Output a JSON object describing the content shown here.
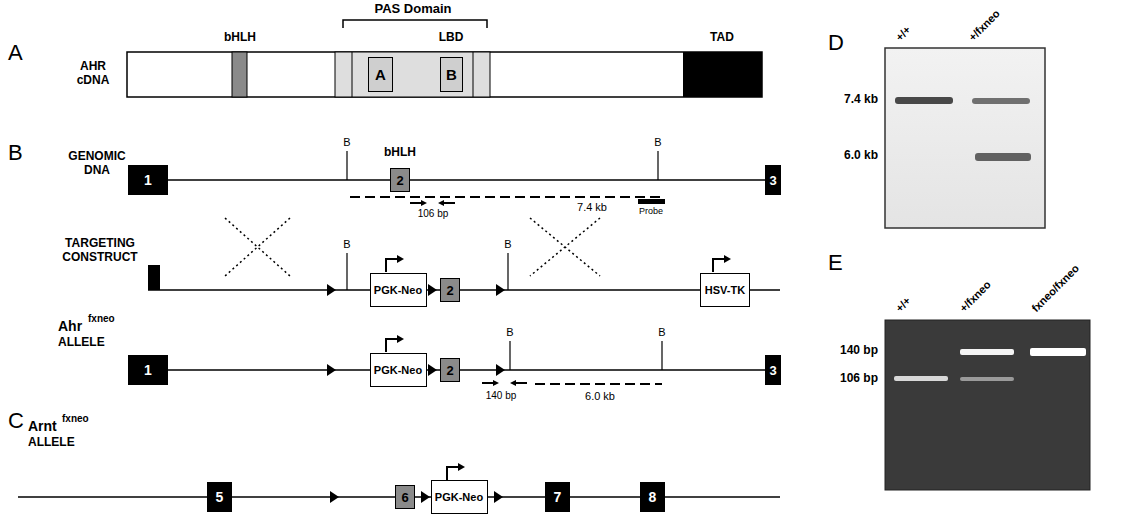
{
  "diagram": {
    "nodes": [
      {
        "text": [
          "A"
        ]
      },
      {
        "text": [
          "B"
        ]
      },
      {
        "text": [
          "1"
        ]
      },
      {
        "text": [
          "2"
        ]
      },
      {
        "text": [
          "3"
        ]
      },
      {
        "text": [
          "PGK-Neo"
        ]
      },
      {
        "text": [
          "2"
        ]
      },
      {
        "text": [
          "HSV-TK"
        ]
      },
      {
        "text": [
          "1"
        ]
      },
      {
        "text": [
          "PGK-Neo"
        ]
      },
      {
        "text": [
          "2"
        ]
      },
      {
        "text": [
          "3"
        ]
      },
      {
        "text": [
          "5"
        ]
      },
      {
        "text": [
          "6"
        ]
      },
      {
        "text": [
          "PGK-Neo"
        ]
      },
      {
        "text": [
          "7"
        ]
      },
      {
        "text": [
          "8"
        ]
      }
    ],
    "labels": [
      "A",
      "bHLH",
      "PAS Domain",
      "LBD",
      "TAD",
      "AHR cDNA",
      "B",
      "GENOMIC DNA",
      "B",
      "bHLH",
      "B",
      "106 bp",
      "7.4 kb",
      "Probe",
      "TARGETING CONSTRUCT",
      "B",
      "B",
      "Ahr",
      "fxneo",
      "ALLELE",
      "B",
      "B",
      "140 bp",
      "6.0 kb",
      "C",
      "Arnt",
      "fxneo",
      "ALLELE",
      "D",
      "+/+",
      "+/fxneo",
      "7.4 kb",
      "6.0 kb",
      "E",
      "+/+",
      "+/fxneo",
      "fxneo/fxneo",
      "140 bp",
      "106 bp"
    ]
  }
}
